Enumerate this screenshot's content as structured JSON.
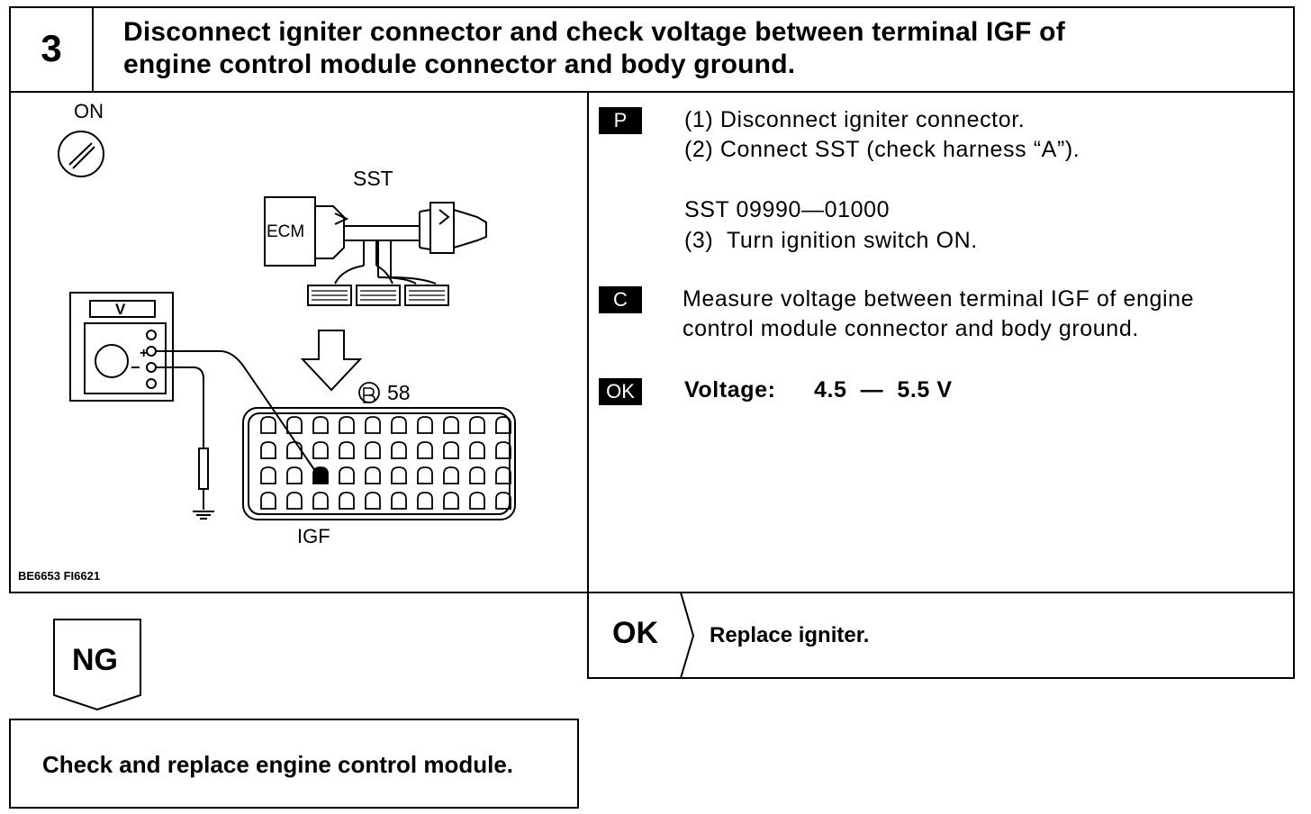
{
  "header": {
    "step_number": "3",
    "title_line1": "Disconnect igniter connector and check voltage between terminal IGF of",
    "title_line2": "engine control module connector and body ground."
  },
  "figure": {
    "ignition_label": "ON",
    "sst_label": "SST",
    "ecm_label": "ECM",
    "meter_label": "V",
    "connector_id": "58",
    "connector_letter": "B",
    "terminal_label": "IGF",
    "figure_id": "BE6653  FI6621"
  },
  "instructions": {
    "prepare_tag": "P",
    "prepare_lines": [
      "(1) Disconnect igniter connector.",
      "(2) Connect SST (check harness “A”).",
      "SST 09990—01000",
      "(3)  Turn ignition switch ON."
    ],
    "check_tag": "C",
    "check_lines": [
      "Measure voltage between terminal IGF of engine",
      "control module connector and body ground."
    ],
    "ok_tag": "OK",
    "ok_label": "Voltage:",
    "ok_value": "4.5  —  5.5 V"
  },
  "results": {
    "ok_badge": "OK",
    "ok_action": "Replace igniter.",
    "ng_badge": "NG",
    "ng_action": "Check and replace engine control module."
  }
}
